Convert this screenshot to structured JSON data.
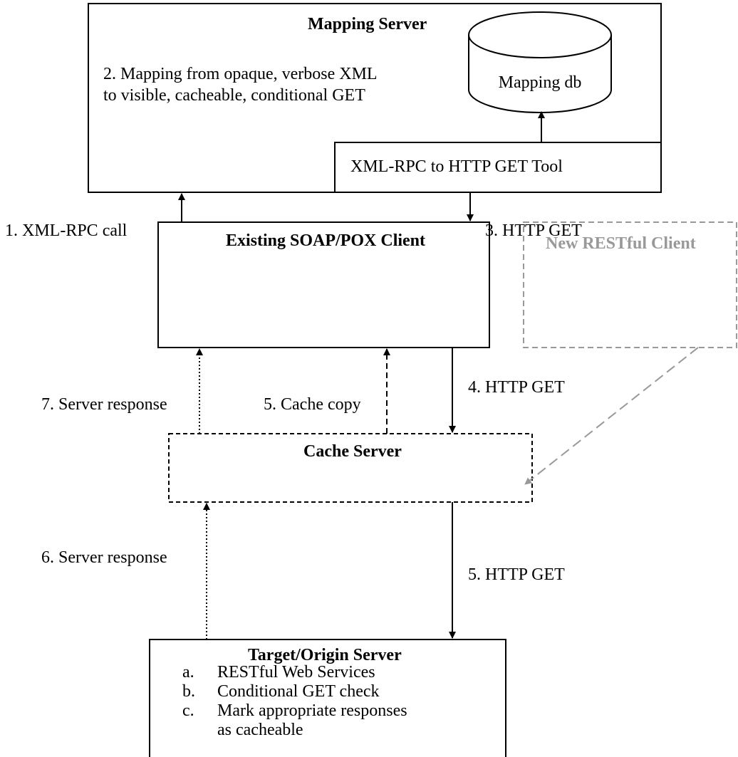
{
  "mapping_server": {
    "title": "Mapping Server",
    "description_line1": "2. Mapping from opaque, verbose XML",
    "description_line2": "to visible, cacheable, conditional GET",
    "database_label": "Mapping db",
    "tool_label": "XML-RPC to HTTP GET Tool"
  },
  "existing_client": {
    "title": "Existing SOAP/POX Client"
  },
  "restful_client": {
    "title": "New RESTful Client"
  },
  "cache_server": {
    "title": "Cache Server"
  },
  "origin_server": {
    "title": "Target/Origin Server",
    "items": [
      {
        "marker": "a.",
        "text": "RESTful Web Services"
      },
      {
        "marker": "b.",
        "text": "Conditional GET check"
      },
      {
        "marker": "c.",
        "text": "Mark appropriate responses"
      },
      {
        "marker": "",
        "text": "as cacheable"
      }
    ]
  },
  "flows": {
    "xml_rpc_call": "1. XML-RPC call",
    "http_get_3": "3. HTTP GET",
    "http_get_4": "4. HTTP GET",
    "cache_copy": "5. Cache copy",
    "server_response_7": "7. Server response",
    "server_response_6": "6. Server response",
    "http_get_5": "5. HTTP GET"
  },
  "colors": {
    "stroke": "#000000",
    "new_client": "#999999",
    "background": "#ffffff"
  }
}
